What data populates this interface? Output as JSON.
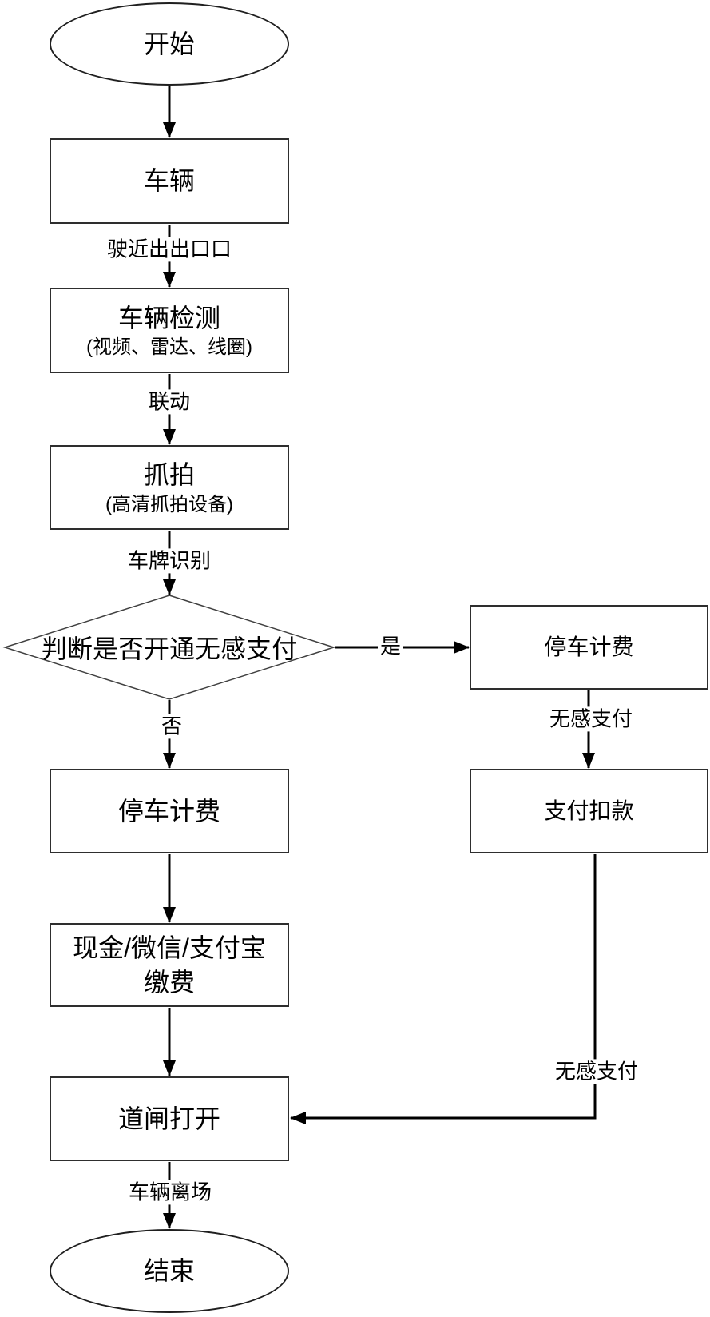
{
  "flowchart": {
    "nodes": {
      "start": {
        "label": "开始"
      },
      "vehicle": {
        "label": "车辆"
      },
      "detection": {
        "label": "车辆检测",
        "sublabel": "(视频、雷达、线圈)"
      },
      "capture": {
        "label": "抓拍",
        "sublabel": "(高清抓拍设备)"
      },
      "decision": {
        "label": "判断是否开通无感支付"
      },
      "parking_billing_right": {
        "label": "停车计费"
      },
      "payment_deduction": {
        "label": "支付扣款"
      },
      "parking_billing_left": {
        "label": "停车计费"
      },
      "manual_payment": {
        "label_line1": "现金/微信/支付宝",
        "label_line2": "缴费"
      },
      "barrier_open": {
        "label": "道闸打开"
      },
      "end": {
        "label": "结束"
      }
    },
    "edge_labels": {
      "approach_exit": "驶近出出口口",
      "linkage": "联动",
      "plate_recognition": "车牌识别",
      "yes": "是",
      "no": "否",
      "contactless_pay_right": "无感支付",
      "contactless_pay_elbow": "无感支付",
      "vehicle_departure": "车辆离场"
    },
    "colors": {
      "background": "#ffffff",
      "shape_fill": "#ffffff",
      "shape_border": "#2e2e2e",
      "connector": "#000000",
      "text": "#000000"
    }
  }
}
